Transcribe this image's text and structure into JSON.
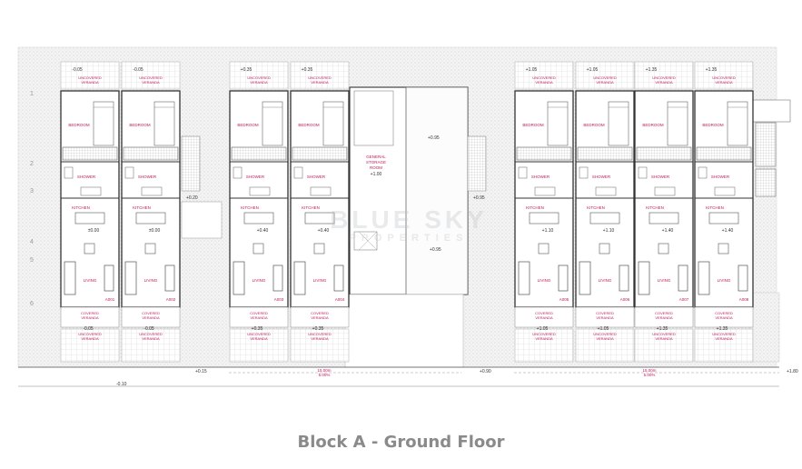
{
  "caption": "Block A - Ground Floor",
  "watermark": {
    "line1": "BLUE SKY",
    "line2": "PROPERTIES"
  },
  "colors": {
    "label_red": "#c2185b",
    "line": "#333333",
    "hatch": "#cfcfcf",
    "caption": "#8a8a8a"
  },
  "row_markers": [
    "1",
    "2",
    "3",
    "4",
    "5",
    "6"
  ],
  "room_labels": {
    "bedroom": "BEDROOM",
    "shower": "SHOWER",
    "kitchen": "KITCHEN",
    "living": "LIVING",
    "covered_veranda": [
      "COVERED",
      "VERANDA"
    ],
    "uncovered_veranda": [
      "UNCOVERED",
      "VERANDA"
    ]
  },
  "units": [
    {
      "id": "A001",
      "top_level": "-0.05",
      "floor_level": "±0.00",
      "bottom_level": "-0.05"
    },
    {
      "id": "A002",
      "top_level": "-0.05",
      "floor_level": "±0.00",
      "bottom_level": "-0.05"
    },
    {
      "id": "A003",
      "top_level": "+0.35",
      "floor_level": "+0.40",
      "bottom_level": "+0.35"
    },
    {
      "id": "A004",
      "top_level": "+0.35",
      "floor_level": "+0.40",
      "bottom_level": "+0.35"
    },
    {
      "id": "A005",
      "top_level": "+1.05",
      "floor_level": "+1.10",
      "bottom_level": "+1.05"
    },
    {
      "id": "A006",
      "top_level": "+1.05",
      "floor_level": "+1.10",
      "bottom_level": "+1.05"
    },
    {
      "id": "A007",
      "top_level": "+1.35",
      "floor_level": "+1.40",
      "bottom_level": "+1.35"
    },
    {
      "id": "A008",
      "top_level": "+1.35",
      "floor_level": "+1.40",
      "bottom_level": "+1.35"
    }
  ],
  "storage": {
    "label": [
      "GENERAL",
      "STORAGE",
      "ROOM"
    ],
    "level": "+1.00"
  },
  "levels": {
    "storage_top": "+0.95",
    "storage_side": "+0.95",
    "storage_mid": "+0.95",
    "stair_left": "+0.20",
    "bottom_left": "-0.10",
    "bottom_1": "+0.15",
    "bottom_2": "+0.90",
    "bottom_3": "+1.80"
  },
  "ramps": [
    {
      "length": "15.00m",
      "slope": "5.00%"
    },
    {
      "length": "15.00m",
      "slope": "5.00%"
    }
  ]
}
